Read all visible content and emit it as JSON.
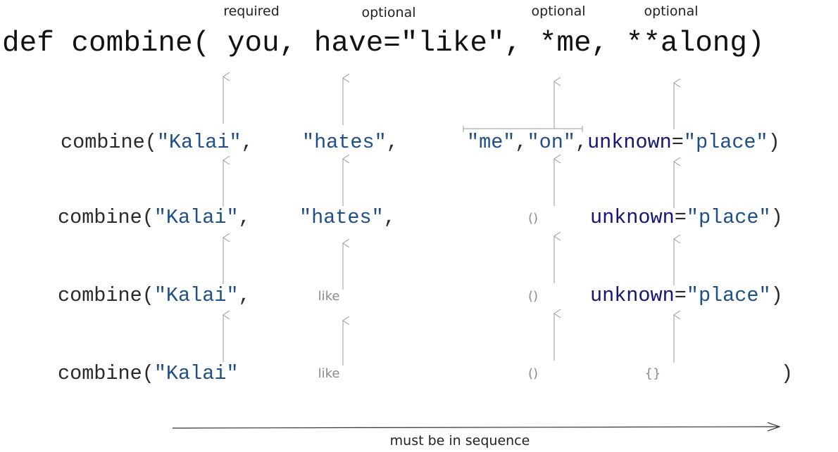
{
  "labels": {
    "required": "required",
    "optional_have": "optional",
    "optional_me": "optional",
    "optional_along": "optional"
  },
  "signature": {
    "def": "def combine(",
    "you": " you,",
    "have": " have=\"like\",",
    "me": " *me,",
    "along": " **along)"
  },
  "rows": [
    {
      "fn": "combine(",
      "arg1": "\"Kalai\"",
      "comma1": ",",
      "arg2": "\"hates\"",
      "comma2": ",",
      "me1": "\"me\"",
      "sep": ",",
      "me2": "\"on\"",
      "comma3": ",",
      "kw": "unknown",
      "eq": "=",
      "kwval": "\"place\"",
      "close": ")"
    },
    {
      "fn": "combine(",
      "arg1": "\"Kalai\"",
      "comma1": ",",
      "arg2": "\"hates\"",
      "comma2": ",",
      "me_default": "()",
      "kw": "unknown",
      "eq": "=",
      "kwval": "\"place\"",
      "close": ")"
    },
    {
      "fn": "combine(",
      "arg1": "\"Kalai\"",
      "comma1": ",",
      "have_default": "like",
      "me_default": "()",
      "kw": "unknown",
      "eq": "=",
      "kwval": "\"place\"",
      "close": ")"
    },
    {
      "fn": "combine(",
      "arg1": "\"Kalai\"",
      "have_default": "like",
      "me_default": "()",
      "along_default": "{}",
      "close": ")"
    }
  ],
  "footer": "must be in sequence",
  "colors": {
    "string": "#1f4f8a",
    "keyword": "#14147a",
    "default": "#8a8a8a",
    "arrow": "#999999"
  }
}
